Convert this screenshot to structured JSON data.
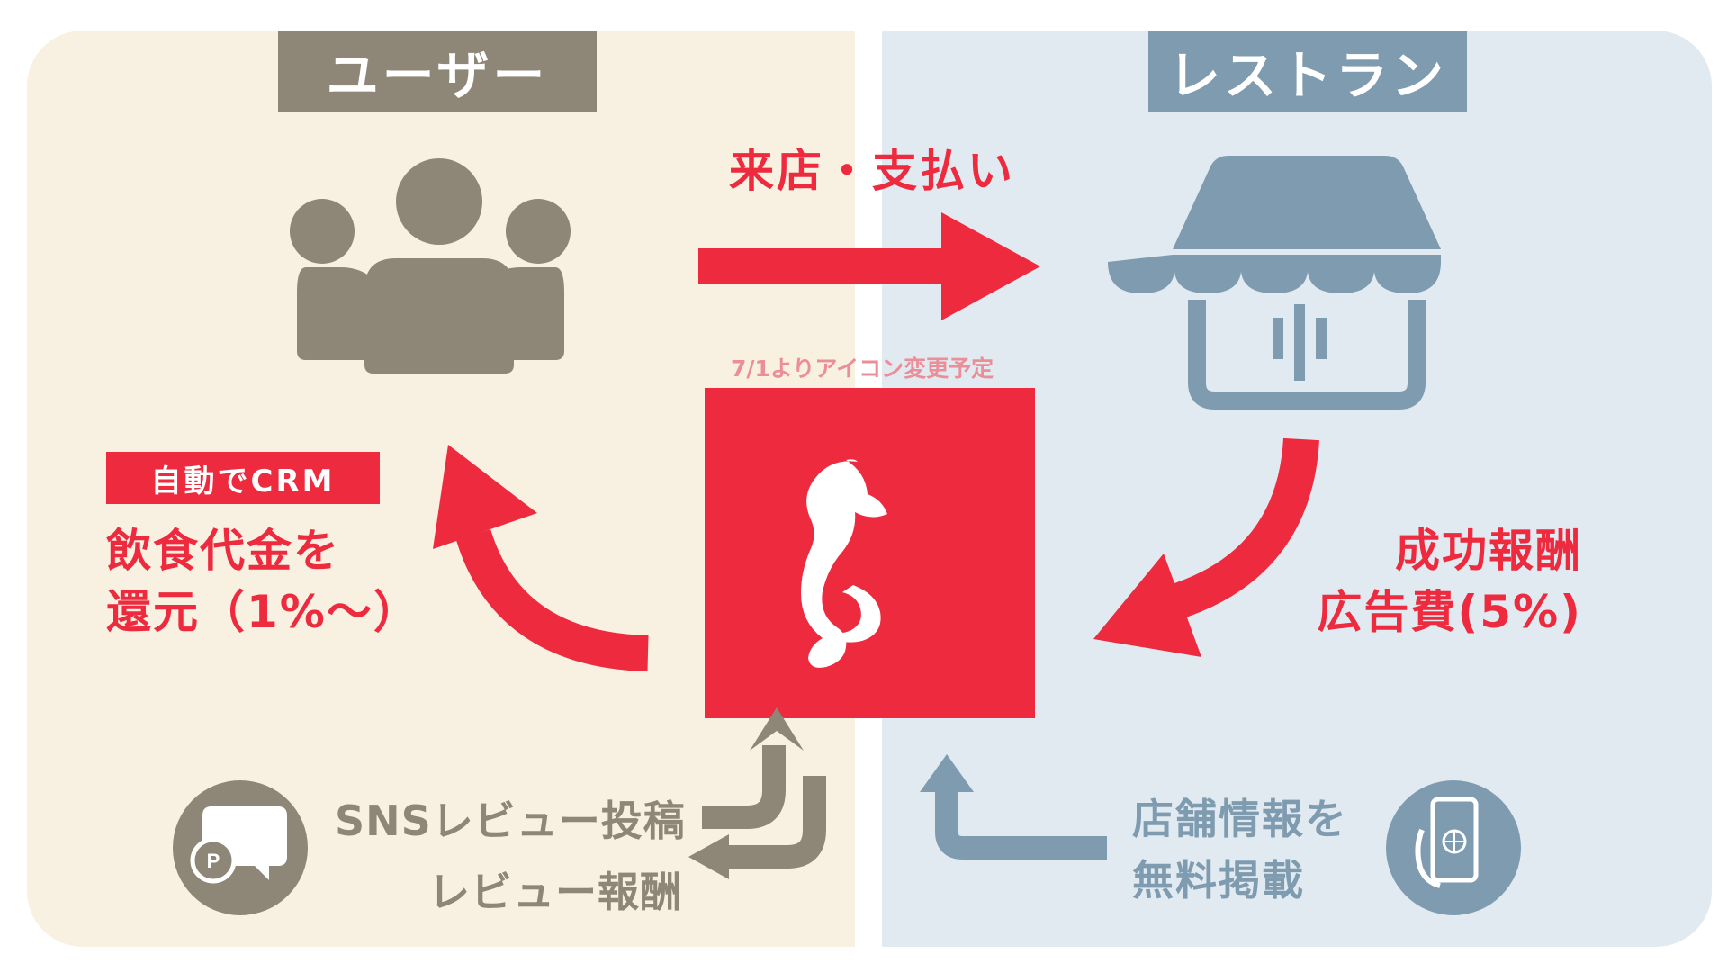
{
  "headers": {
    "user": "ユーザー",
    "restaurant": "レストラン"
  },
  "flows": {
    "visit_pay": "来店・支払い",
    "icon_change_note": "7/1よりアイコン変更予定",
    "crm_tag": "自動でCRM",
    "refund_line1": "飲食代金を",
    "refund_line2": "還元（1%〜）",
    "fee_line1": "成功報酬",
    "fee_line2": "広告費(5%)",
    "sns_review": "SNSレビュー投稿",
    "review_reward": "レビュー報酬",
    "store_info_line1": "店舗情報を",
    "store_info_line2": "無料掲載"
  },
  "icons": {
    "users": "users-icon",
    "store": "store-icon",
    "seahorse": "seahorse-icon",
    "chat_points": "chat-points-icon",
    "phone_globe": "phone-globe-icon",
    "chat_badge": "P"
  },
  "colors": {
    "accent_red": "#ee2a3e",
    "user_brown": "#8e8676",
    "rest_blue": "#7f9bb0",
    "user_bg": "#f8f1e2",
    "rest_bg": "#e1eaf1"
  }
}
